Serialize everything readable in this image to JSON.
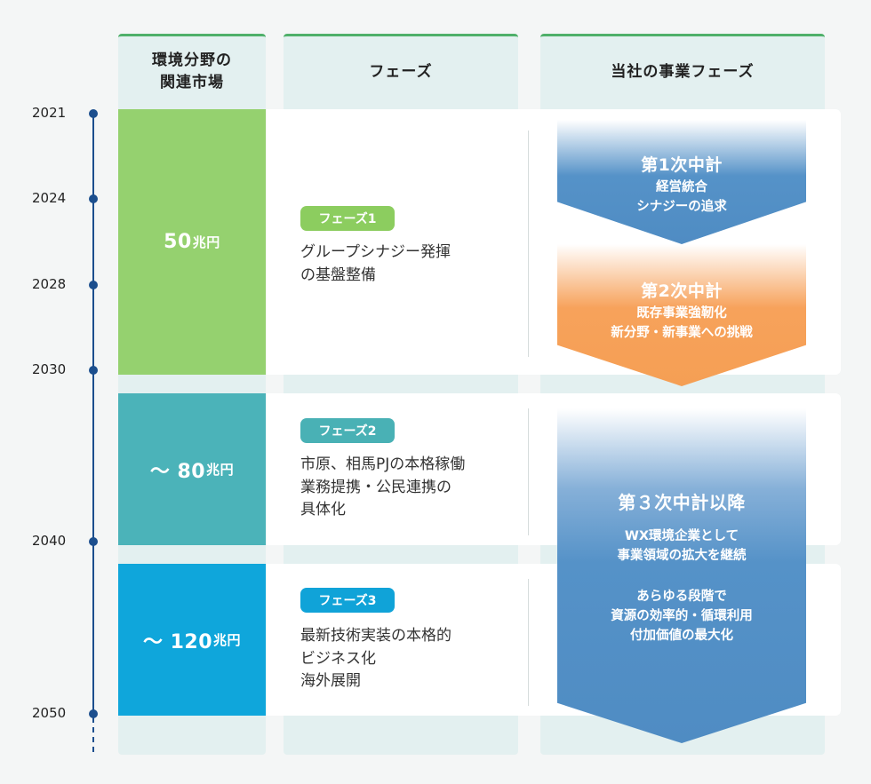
{
  "headers": {
    "market": "環境分野の\n関連市場",
    "phase": "フェーズ",
    "business": "当社の事業フェーズ"
  },
  "timeline": {
    "years": [
      "2021",
      "2024",
      "2028",
      "2030",
      "2040",
      "2050"
    ]
  },
  "markets": [
    {
      "value": "50",
      "unit": "兆円",
      "color": "#95d16f"
    },
    {
      "value": "〜 80",
      "unit": "兆円",
      "color": "#4bb3b9"
    },
    {
      "value": "〜 120",
      "unit": "兆円",
      "color": "#0fa6db"
    }
  ],
  "phases": [
    {
      "badge": "フェーズ1",
      "text": "グループシナジー発揮\nの基盤整備",
      "color": "#8ccd5f"
    },
    {
      "badge": "フェーズ2",
      "text": "市原、相馬PJの本格稼働\n業務提携・公民連携の\n具体化",
      "color": "#49b1b5"
    },
    {
      "badge": "フェーズ3",
      "text": "最新技術実装の本格的\nビジネス化\n海外展開",
      "color": "#10a3d8"
    }
  ],
  "business": [
    {
      "title": "第1次中計",
      "desc": "経営統合\nシナジーの追求",
      "color": "#4f8cc3"
    },
    {
      "title": "第2次中計",
      "desc": "既存事業強靭化\n新分野・新事業への挑戦",
      "color": "#f59f54"
    },
    {
      "title": "第３次中計以降",
      "desc1": "WX環境企業として\n事業領域の拡大を継続",
      "desc2": "あらゆる段階で\n資源の効率的・循環利用\n付加価値の最大化",
      "color": "#4f8cc3"
    }
  ]
}
